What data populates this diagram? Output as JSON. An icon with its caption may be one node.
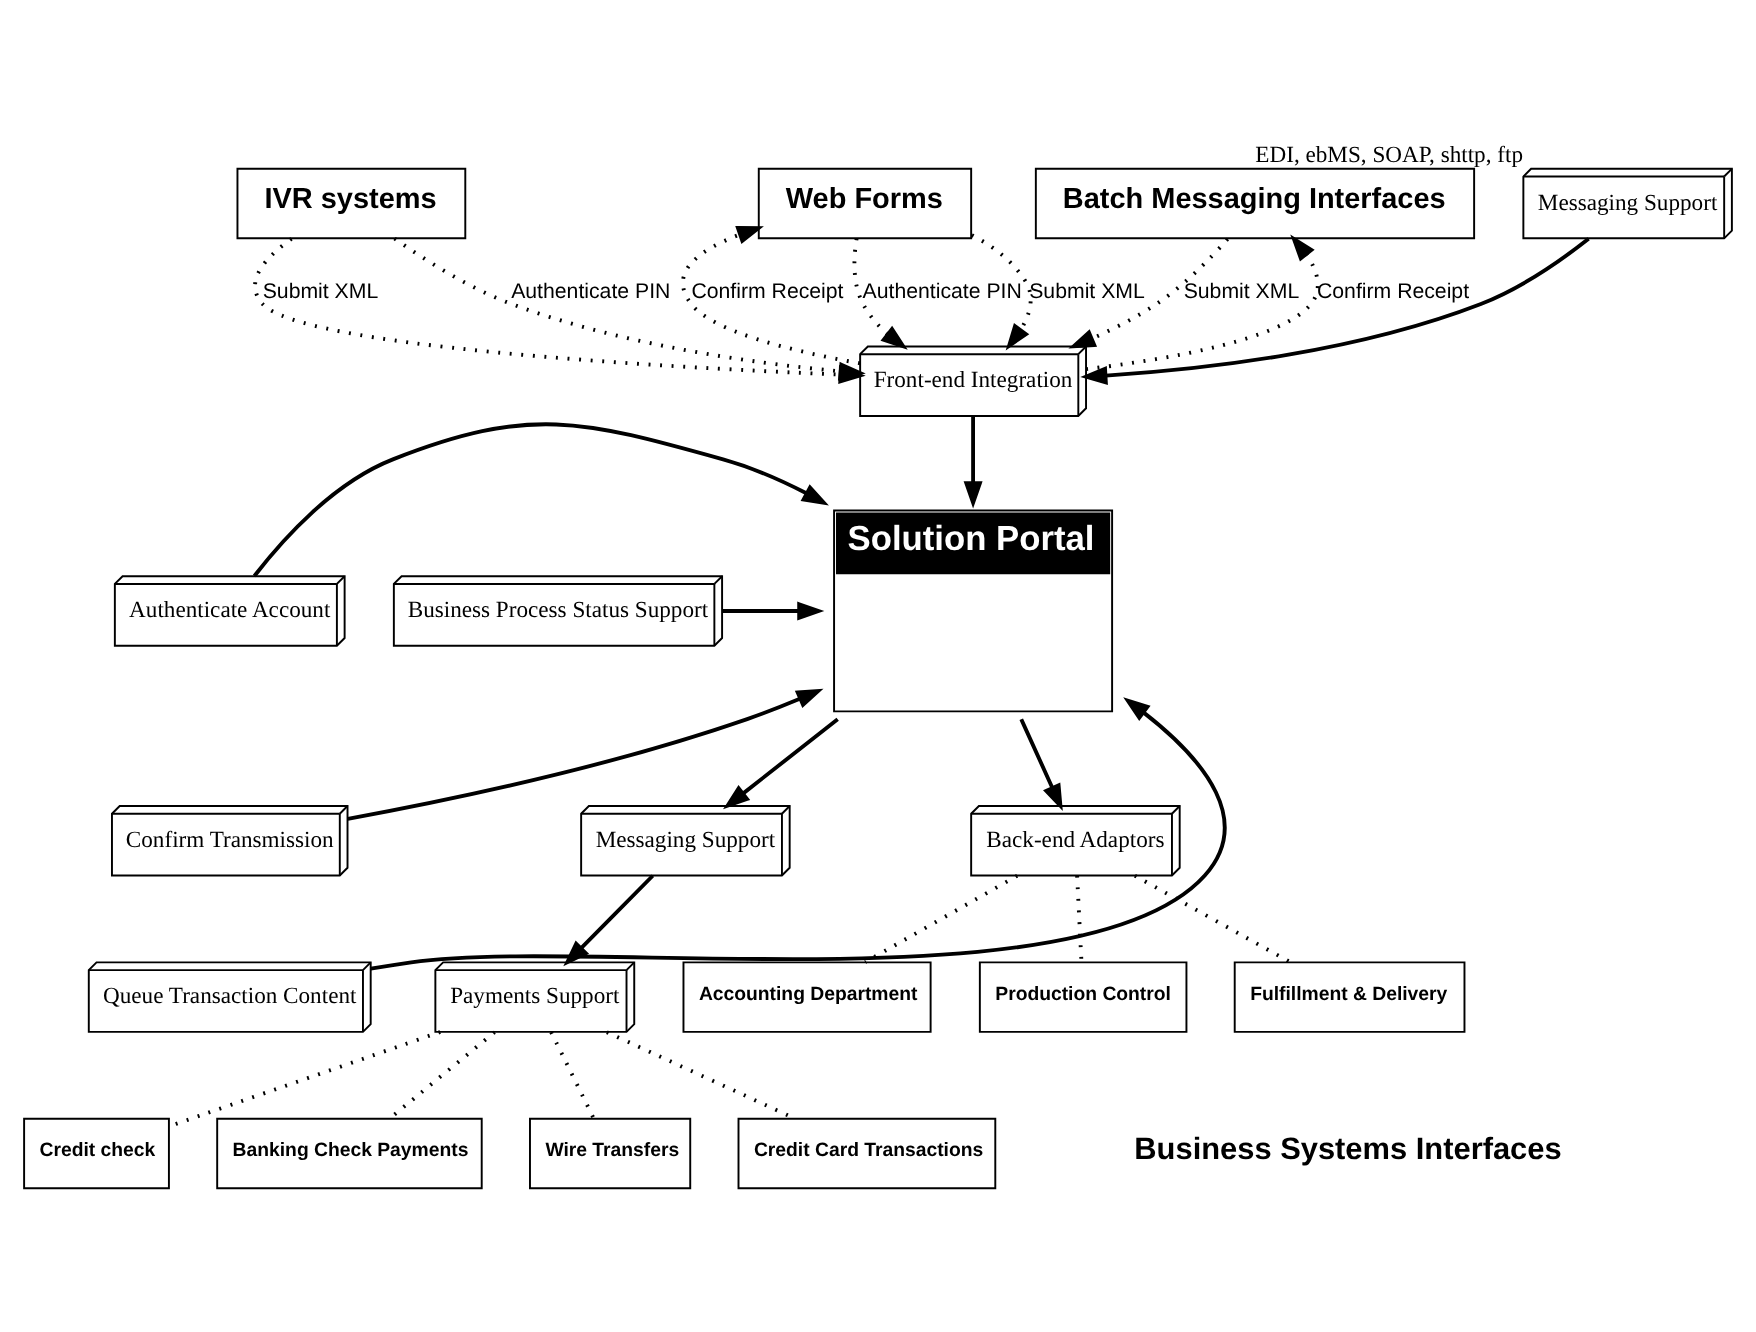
{
  "diagram": {
    "nodes": [
      {
        "text": [
          "IVR systems"
        ]
      },
      {
        "text": [
          "Web Forms"
        ]
      },
      {
        "text": [
          "Batch Messaging Interfaces"
        ]
      },
      {
        "text": [
          "Messaging Support"
        ],
        "beside": [
          "EDI, ebMS, SOAP, shttp, ftp"
        ]
      },
      {
        "text": [
          "Front-end Integration"
        ]
      },
      {
        "text": [
          "Authenticate Account"
        ]
      },
      {
        "text": [
          "Solution Portal"
        ]
      },
      {
        "text": [
          "Business Process Status Support"
        ]
      },
      {
        "text": [
          "Confirm Transmission"
        ]
      },
      {
        "text": [
          "Queue Transaction Content"
        ]
      },
      {
        "text": [
          "Back-end Adaptors"
        ]
      },
      {
        "text": [
          "Messaging Support"
        ]
      },
      {
        "text": [
          "Credit check"
        ]
      },
      {
        "text": [
          "Payments Support"
        ]
      },
      {
        "text": [
          "Banking Check Payments"
        ]
      },
      {
        "text": [
          "Accounting Department"
        ]
      },
      {
        "text": [
          "Wire Transfers"
        ]
      },
      {
        "text": [
          "Credit Card Transactions"
        ]
      },
      {
        "text": [
          "Production Control"
        ]
      },
      {
        "text": [
          "Fulfillment & Delivery"
        ]
      }
    ],
    "edges": [
      {
        "from": 0,
        "to": 4,
        "arrow": "to",
        "label": "Submit XML",
        "style": "dashed"
      },
      {
        "from": 0,
        "to": 4,
        "arrow": "to",
        "label": "Authenticate PIN",
        "style": "dashed"
      },
      {
        "from": 1,
        "to": 4,
        "arrow": "to",
        "label": "Authenticate PIN",
        "style": "dashed"
      },
      {
        "from": 1,
        "to": 4,
        "arrow": "to",
        "label": "Submit XML",
        "style": "dashed"
      },
      {
        "from": 4,
        "to": 1,
        "arrow": "to",
        "label": "Confirm Receipt",
        "style": "dashed"
      },
      {
        "from": 2,
        "to": 4,
        "arrow": "to",
        "label": "Submit XML",
        "style": "dashed"
      },
      {
        "from": 4,
        "to": 2,
        "arrow": "to",
        "label": "Confirm Receipt",
        "style": "dashed"
      },
      {
        "from": 3,
        "to": 4,
        "arrow": "to"
      },
      {
        "from": 4,
        "to": 6,
        "arrow": "to"
      },
      {
        "from": 5,
        "to": 6,
        "arrow": "to"
      },
      {
        "from": 8,
        "to": 6,
        "arrow": "to"
      },
      {
        "from": 9,
        "to": 6,
        "arrow": "to"
      },
      {
        "from": 7,
        "to": 6,
        "arrow": "to"
      },
      {
        "from": 6,
        "to": 10,
        "arrow": "to"
      },
      {
        "from": 6,
        "to": 11,
        "arrow": "to"
      },
      {
        "from": 11,
        "to": 13,
        "arrow": "to"
      },
      {
        "from": 13,
        "to": 12,
        "arrow": "none",
        "style": "dashed"
      },
      {
        "from": 13,
        "to": 14,
        "arrow": "none",
        "style": "dashed"
      },
      {
        "from": 13,
        "to": 17,
        "arrow": "none",
        "style": "dashed"
      },
      {
        "from": 13,
        "to": 16,
        "arrow": "none",
        "style": "dashed"
      },
      {
        "from": 10,
        "to": 15,
        "arrow": "none",
        "style": "dashed"
      },
      {
        "from": 10,
        "to": 19,
        "arrow": "none",
        "style": "dashed"
      },
      {
        "from": 10,
        "to": 18,
        "arrow": "none",
        "style": "dashed"
      }
    ],
    "labels": [
      "Business Systems Interfaces"
    ]
  }
}
